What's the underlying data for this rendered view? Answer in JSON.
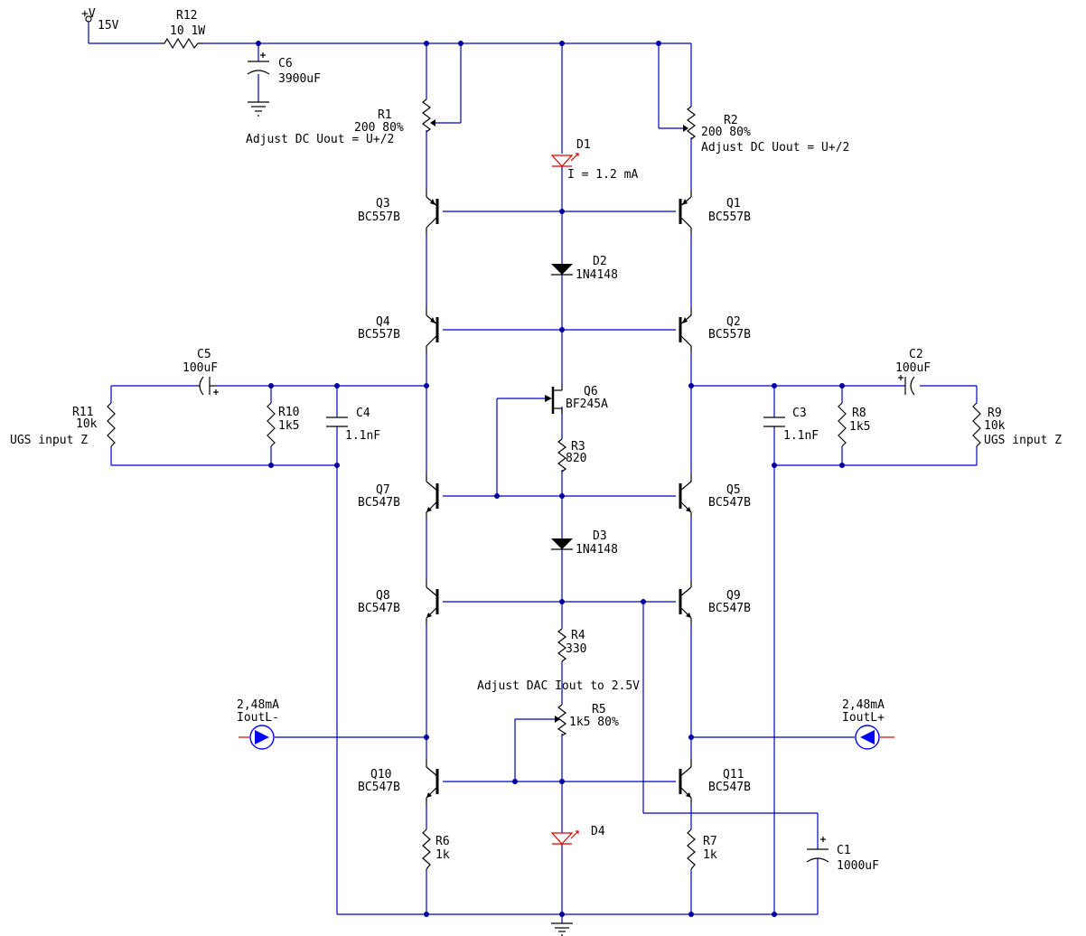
{
  "supply": {
    "name": "+V",
    "value": "15V"
  },
  "labels": {
    "R12": "R12",
    "R12v": "10  1W",
    "C6": "C6",
    "C6v": "3900uF",
    "R1": "R1",
    "R1v": "200 80%",
    "R1n": "Adjust DC Uout = U+/2",
    "R2": "R2",
    "R2v": "200 80%",
    "R2n": "Adjust DC Uout = U+/2",
    "D1": "D1",
    "D1n": "I = 1.2 mA",
    "Q3": "Q3",
    "Q3v": "BC557B",
    "Q1": "Q1",
    "Q1v": "BC557B",
    "D2": "D2",
    "D2v": "1N4148",
    "Q4": "Q4",
    "Q4v": "BC557B",
    "Q2": "Q2",
    "Q2v": "BC557B",
    "C5": "C5",
    "C5v": "100uF",
    "C2": "C2",
    "C2v": "100uF",
    "Q6": "Q6",
    "Q6v": "BF245A",
    "R11": "R11",
    "R11v": "10k",
    "R11n": "UGS input Z",
    "R10": "R10",
    "R10v": "1k5",
    "C4": "C4",
    "C4v": "1.1nF",
    "C3": "C3",
    "C3v": "1.1nF",
    "R8": "R8",
    "R8v": "1k5",
    "R9": "R9",
    "R9v": "10k",
    "R9n": "UGS input Z",
    "R3": "R3",
    "R3v": "820",
    "Q7": "Q7",
    "Q7v": "BC547B",
    "Q5": "Q5",
    "Q5v": "BC547B",
    "D3": "D3",
    "D3v": "1N4148",
    "Q8": "Q8",
    "Q8v": "BC547B",
    "Q9": "Q9",
    "Q9v": "BC547B",
    "R4": "R4",
    "R4v": "330",
    "R5n": "Adjust DAC Iout to 2.5V",
    "R5": "R5",
    "R5v": "1k5 80%",
    "IL": "2,48mA",
    "ILn": "IoutL-",
    "IR": "2,48mA",
    "IRn": "IoutL+",
    "Q10": "Q10",
    "Q10v": "BC547B",
    "Q11": "Q11",
    "Q11v": "BC547B",
    "D4": "D4",
    "R6": "R6",
    "R6v": "1k",
    "R7": "R7",
    "R7v": "1k",
    "C1": "C1",
    "C1v": "1000uF"
  },
  "colors": {
    "wire": "#0000c8",
    "component": "#000000",
    "led": "#e00000",
    "source": "#0000ff"
  }
}
